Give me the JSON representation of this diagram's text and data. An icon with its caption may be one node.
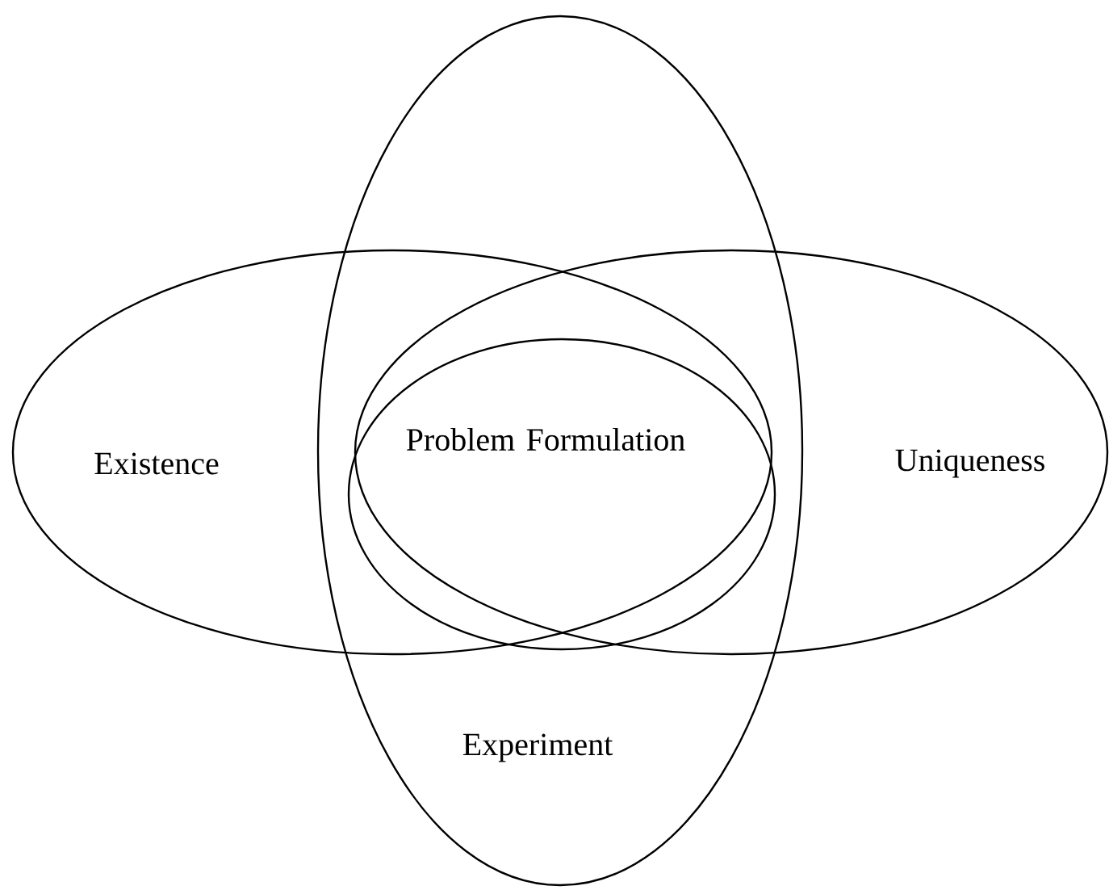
{
  "diagram": {
    "nodes": [
      {
        "text": [
          "Existence"
        ]
      },
      {
        "text": [
          "Experiment"
        ]
      },
      {
        "text": [
          "Uniqueness"
        ]
      },
      {
        "text": [
          "Problem Formulation"
        ]
      }
    ]
  }
}
